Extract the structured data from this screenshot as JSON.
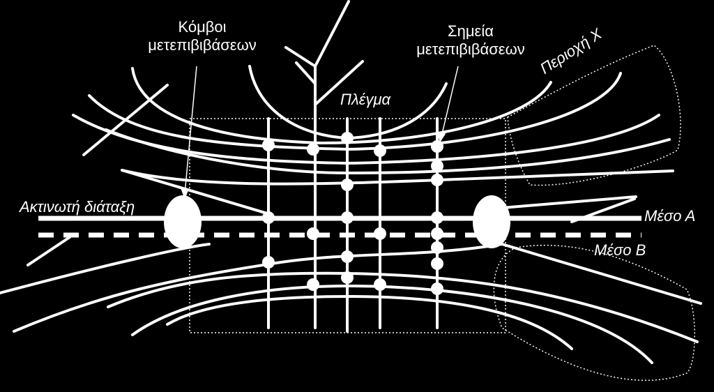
{
  "labels": {
    "kompoi_line1": "Κόμβοι",
    "kompoi_line2": "μετεπιβιβάσεων",
    "simeia_line1": "Σημεία",
    "simeia_line2": "μετεπιβιβάσεων",
    "plegma": "Πλέγμα",
    "periochi_x": "Περιοχή Χ",
    "aktinoti": "Ακτινωτή διάταξη",
    "meso_a": "Μέσο Α",
    "meso_b": "Μέσο Β"
  },
  "colors": {
    "background": "#000000",
    "foreground": "#ffffff"
  }
}
